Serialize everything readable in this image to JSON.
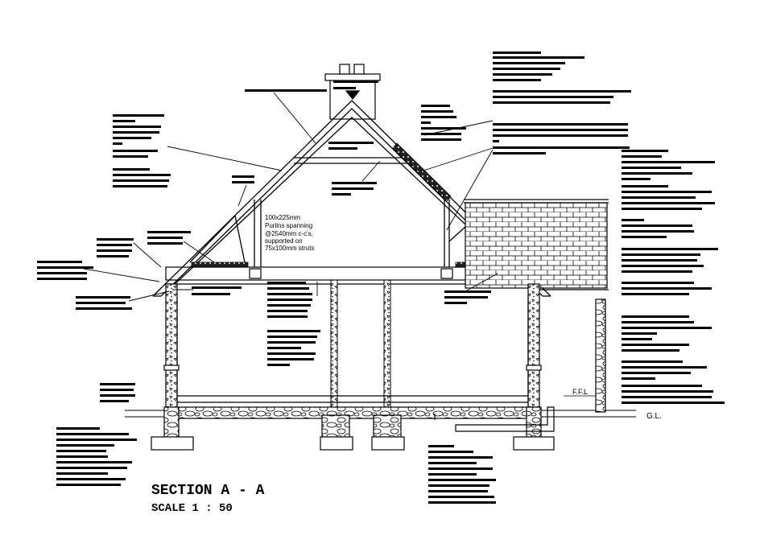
{
  "drawing": {
    "title": "SECTION A - A",
    "scale": "SCALE 1 : 50"
  },
  "annotations": {
    "purlins_line1": "100x225mm",
    "purlins_line2": "Purlins spanning",
    "purlins_line3": "@2540mm c-c's,",
    "purlins_line4": "supported on",
    "purlins_line5": "75x100mm  struts",
    "ffl": "F.F.L",
    "gl": "G.L."
  },
  "colors": {
    "line": "#000000",
    "background": "#ffffff"
  }
}
